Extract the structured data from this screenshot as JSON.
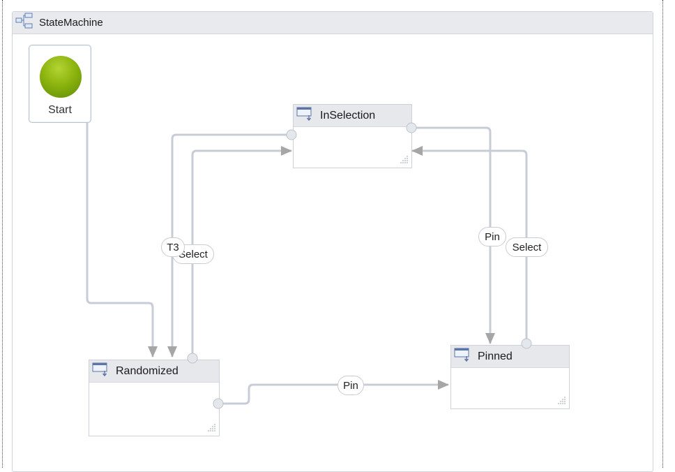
{
  "container": {
    "title": "StateMachine",
    "icon": "state-machine-icon"
  },
  "start": {
    "label": "Start",
    "color": "#8cb40e"
  },
  "states": {
    "inselection": {
      "title": "InSelection",
      "icon": "state-icon"
    },
    "randomized": {
      "title": "Randomized",
      "icon": "state-icon"
    },
    "pinned": {
      "title": "Pinned",
      "icon": "state-icon"
    }
  },
  "transitions": {
    "t3": "T3",
    "select_left": "Select",
    "pin_right": "Pin",
    "select_right": "Select",
    "pin_bottom": "Pin"
  },
  "colors": {
    "connector": "#c7ccd6",
    "arrow": "#a6a6a6",
    "header": "#e6e8ec"
  }
}
